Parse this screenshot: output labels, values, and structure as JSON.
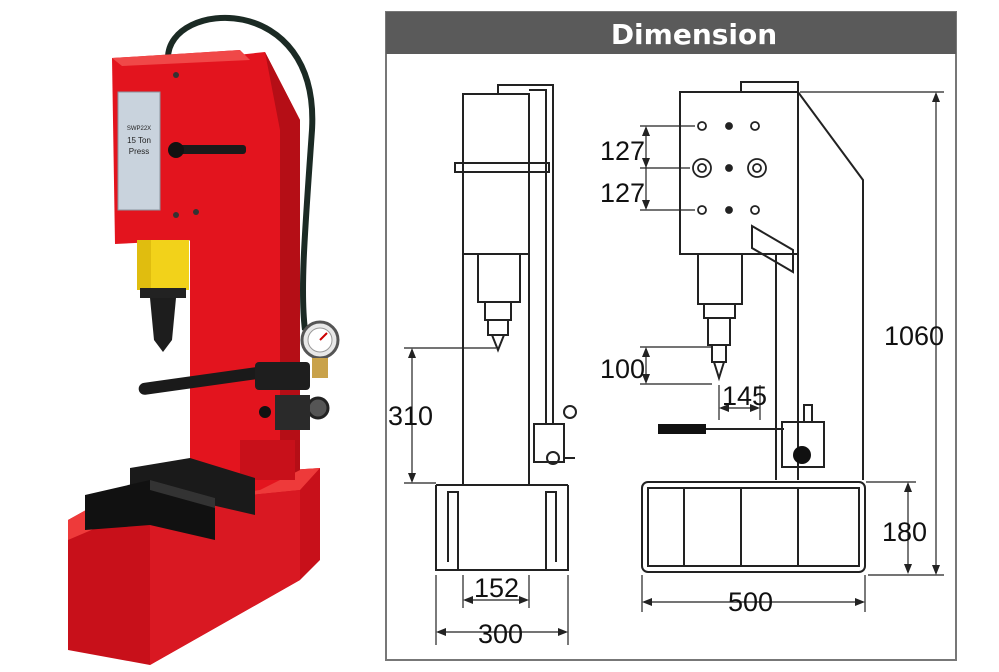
{
  "header": {
    "title": "Dimension"
  },
  "plate_label": {
    "line1": "SWP22X",
    "line2": "15 Ton",
    "line3": "Press"
  },
  "dimensions": {
    "side_view": {
      "stroke_310": "310",
      "throat_152": "152",
      "width_300": "300"
    },
    "front_view": {
      "hole_spacing_a": "127",
      "hole_spacing_b": "127",
      "ram_100": "100",
      "offset_145": "145",
      "height_1060": "1060",
      "base_180": "180",
      "width_500": "500"
    }
  },
  "colors": {
    "press_red": "#e3141e",
    "header_bg": "#5a5a5a",
    "header_text": "#ffffff"
  }
}
